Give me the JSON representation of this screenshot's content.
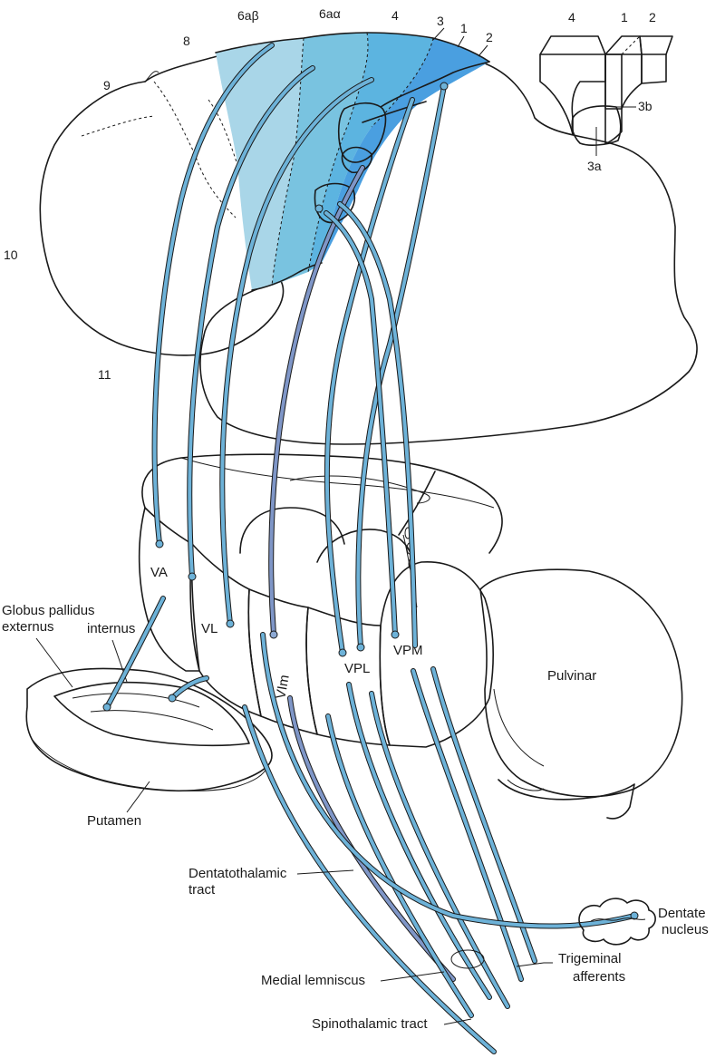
{
  "colors": {
    "area_6ab": "#a9d6e8",
    "area_6aa": "#79c3e0",
    "area_4": "#5cb4e0",
    "area_3": "#4a9fe0",
    "area_3a": "#8fa7d6",
    "thalamus_va": "#a8d7ea",
    "thalamus_vl": "#7ec3e6",
    "thalamus_vim": "#8da9d3",
    "thalamus_vpl": "#4aa0e3",
    "thalamus_vpm": "#3d96e0",
    "pallidus": "#c9c6a7",
    "fiber": "#6db2d8",
    "fiber_dark": "#7f96c7"
  },
  "cortex": {
    "area_labels": [
      "6aβ",
      "6aα",
      "4",
      "3",
      "1",
      "2",
      "8",
      "9",
      "10",
      "11"
    ]
  },
  "inset": {
    "labels": [
      "4",
      "1",
      "2",
      "3b",
      "3a"
    ]
  },
  "nuclei": {
    "va": "VA",
    "vl": "VL",
    "vim": "VIm",
    "vpl": "VPL",
    "vpm": "VPM"
  },
  "labels": {
    "globus_pallidus_externus": "Globus pallidus\nexternus",
    "internus": "internus",
    "putamen": "Putamen",
    "pulvinar": "Pulvinar",
    "dentatothalamic_tract": "Dentatothalamic\ntract",
    "dentate_nucleus": "Dentate\nnucleus",
    "trigeminal_afferents": "Trigeminal\nafferents",
    "medial_lemniscus": "Medial lemniscus",
    "spinothalamic_tract": "Spinothalamic tract"
  }
}
